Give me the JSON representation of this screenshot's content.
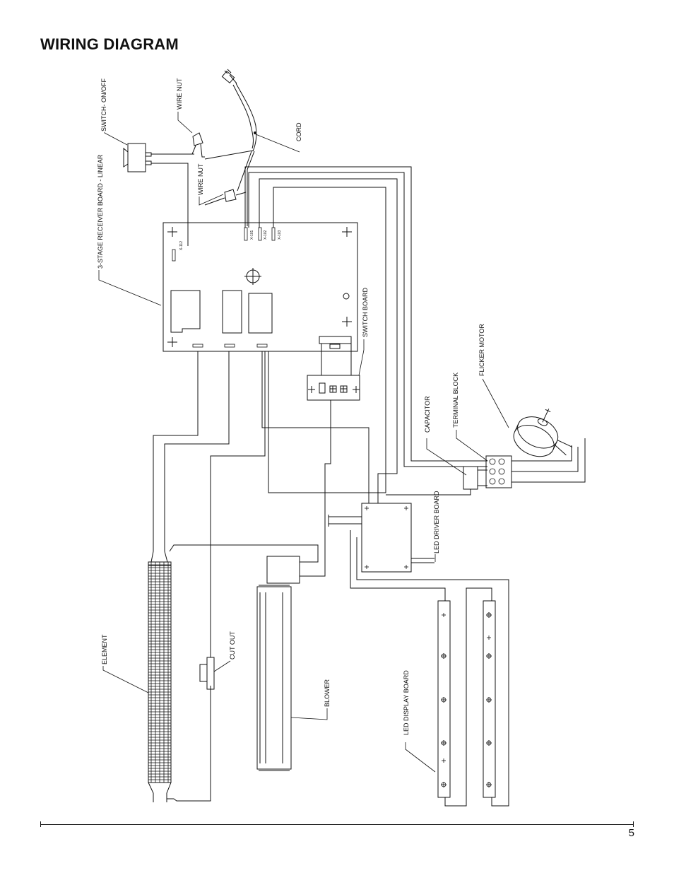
{
  "title": "WIRING DIAGRAM",
  "page_number": "5",
  "labels": {
    "switch": "SWITCH- ON/OFF",
    "wire_nut_top": "WIRE NUT",
    "wire_nut_mid": "WIRE NUT",
    "cord": "CORD",
    "receiver_board": "3-STAGE RECEIVER BOARD - LINEAR",
    "switch_board": "SWITCH BOARD",
    "flicker_motor": "FLICKER MOTOR",
    "terminal_block": "TERMINAL BLOCK",
    "capacitor": "CAPACITOR",
    "led_driver_board": "LED DRIVER BOARD",
    "element": "ELEMENT",
    "cut_out": "CUT OUT",
    "blower": "BLOWER",
    "led_display_board": "LED DISPLAY BOARD"
  }
}
